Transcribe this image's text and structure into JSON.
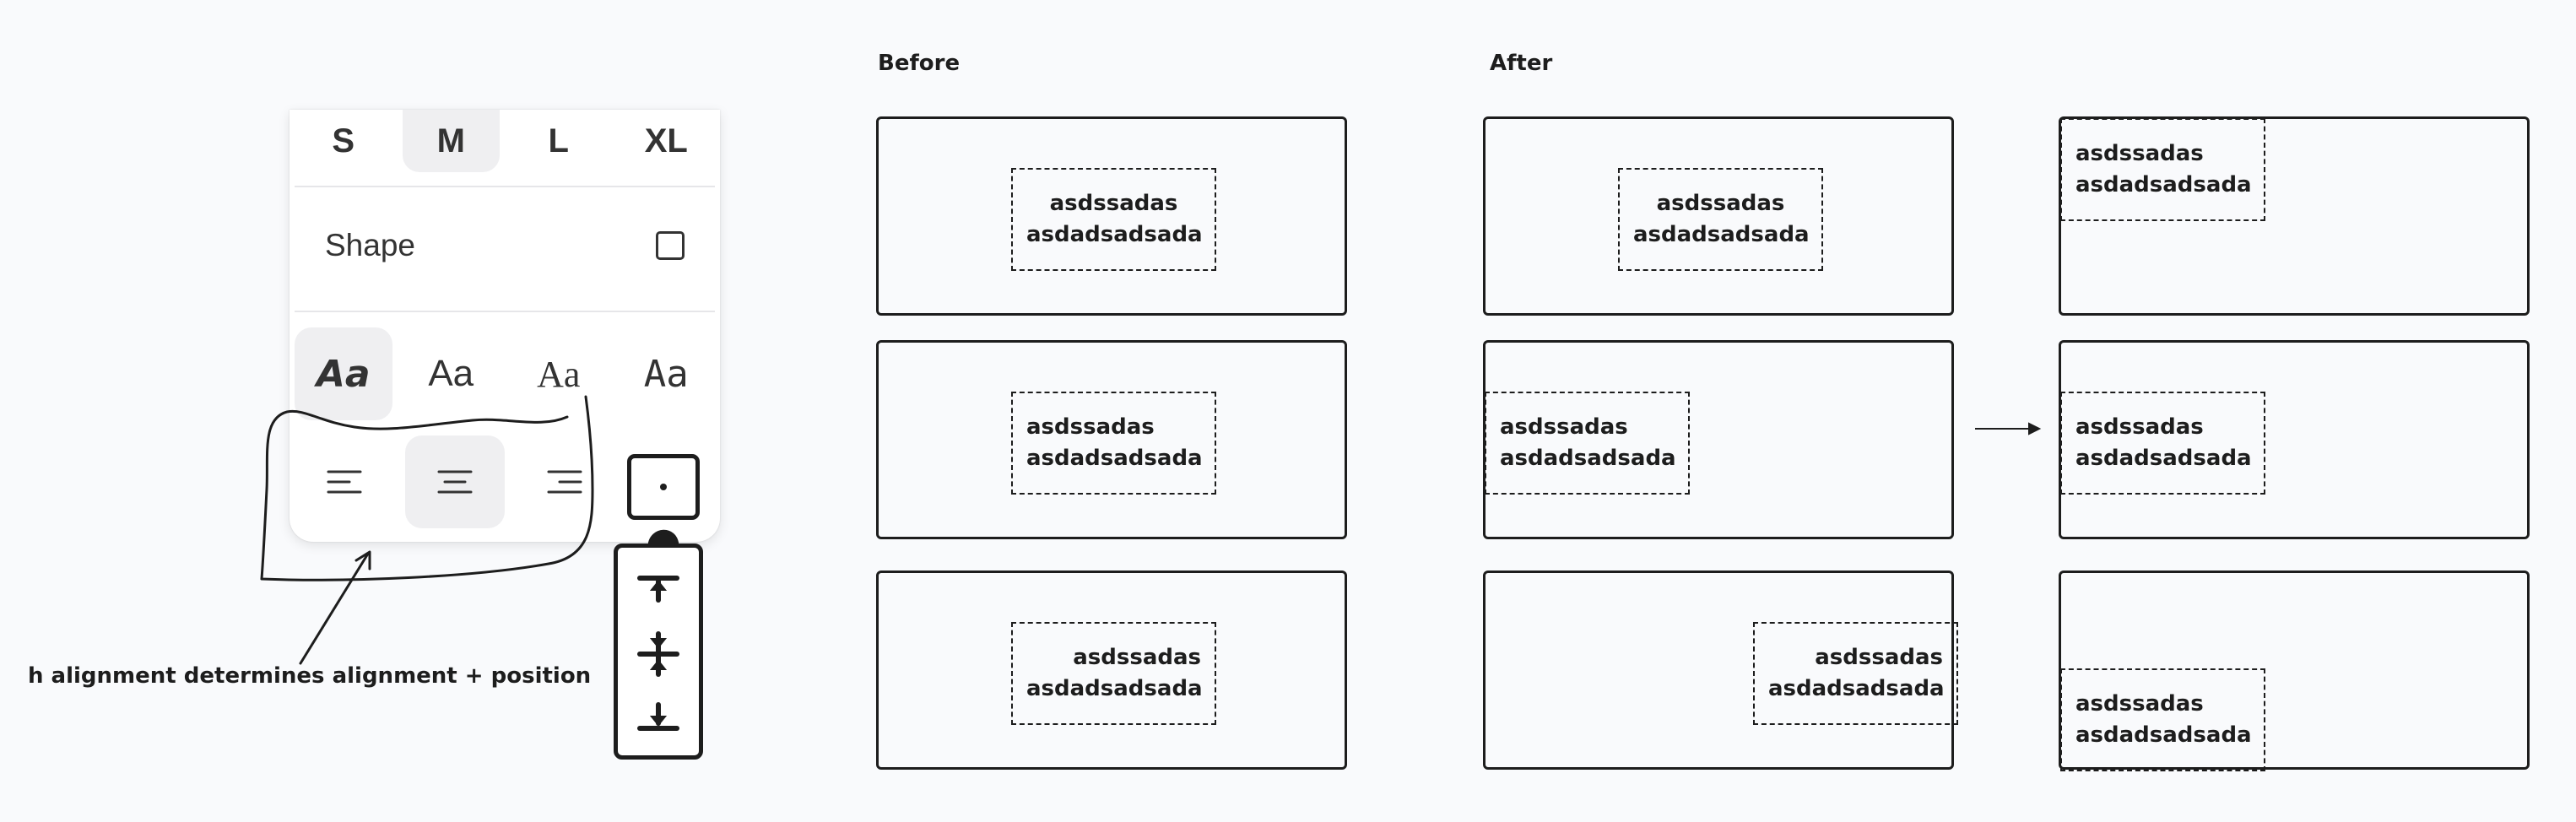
{
  "style_panel": {
    "sizes": [
      {
        "label": "S",
        "selected": false
      },
      {
        "label": "M",
        "selected": true
      },
      {
        "label": "L",
        "selected": false
      },
      {
        "label": "XL",
        "selected": false
      }
    ],
    "shape_label": "Shape",
    "fonts": [
      {
        "label": "Aa",
        "style": "draw",
        "selected": true
      },
      {
        "label": "Aa",
        "style": "sans",
        "selected": false
      },
      {
        "label": "Aa",
        "style": "serif",
        "selected": false
      },
      {
        "label": "Aa",
        "style": "mono",
        "selected": false
      }
    ],
    "alignments": [
      {
        "name": "align-left-icon",
        "selected": false
      },
      {
        "name": "align-center-icon",
        "selected": true
      },
      {
        "name": "align-right-icon",
        "selected": false
      }
    ],
    "vertical_align_options": [
      "align-top-icon",
      "align-middle-icon",
      "align-bottom-icon"
    ]
  },
  "annotation": "h alignment determines alignment + position",
  "before_label": "Before",
  "after_label": "After",
  "sample_text": {
    "line1": "asdssadas",
    "line2": "asdadsadsada"
  },
  "colors": {
    "ink": "#1d1d1d",
    "background": "#f9fafc",
    "panel": "#ffffff",
    "selected": "#efeff1"
  }
}
